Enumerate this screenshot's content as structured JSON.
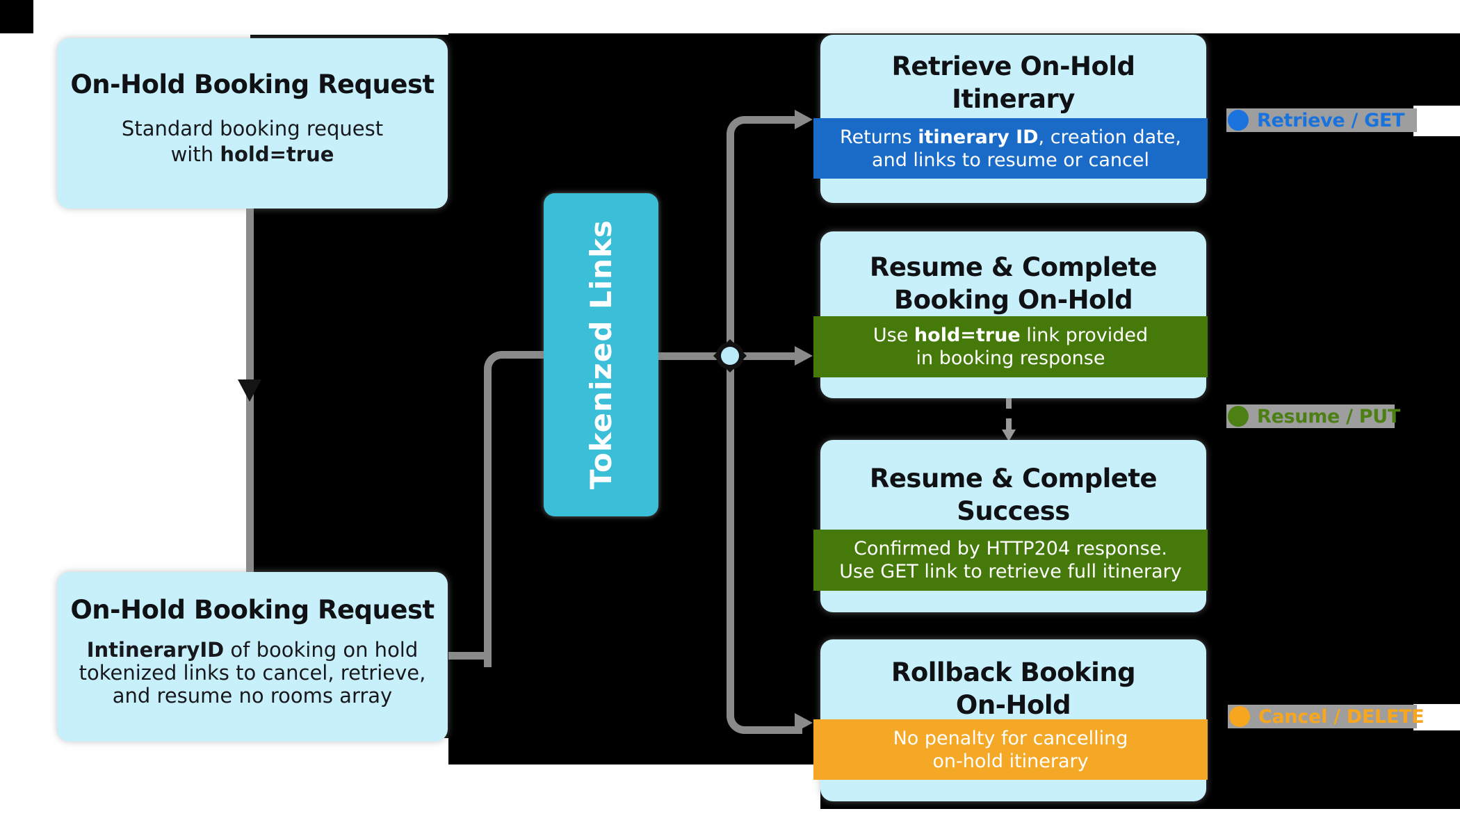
{
  "diagram": {
    "left_top": {
      "title": "On-Hold Booking Request",
      "body_line1": "Standard booking request",
      "body_line2_prefix": "with ",
      "body_line2_bold": "hold=true"
    },
    "left_bottom": {
      "title": "On-Hold Booking Request",
      "body_line1_bold": "IntineraryID",
      "body_line1_rest": " of booking on hold",
      "body_line2": "tokenized links to cancel, retrieve,",
      "body_line3": "and resume no rooms array"
    },
    "hub": {
      "label": "Tokenized Links"
    },
    "nodes": [
      {
        "id": "retrieve-on-hold-itinerary",
        "title_line1": "Retrieve On-Hold",
        "title_line2": "Itinerary",
        "banner_prefix": "Returns ",
        "banner_bold": "itinerary ID",
        "banner_rest": ", creation date,",
        "banner_line2": "and links to resume or cancel",
        "banner_color": "#1a6bc7"
      },
      {
        "id": "resume-complete-booking-on-hold",
        "title_line1": "Resume & Complete",
        "title_line2": "Booking On-Hold",
        "banner_prefix": "Use ",
        "banner_bold": "hold=true",
        "banner_rest": " link provided",
        "banner_line2": "in booking response",
        "banner_color": "#45790a"
      },
      {
        "id": "resume-complete-success",
        "title_line1": "Resume & Complete",
        "title_line2": "Success",
        "banner_prefix": "",
        "banner_bold": "",
        "banner_rest": "Confirmed by HTTP204 response.",
        "banner_line2": "Use GET link to retrieve full itinerary",
        "banner_color": "#45790a"
      },
      {
        "id": "rollback-booking-on-hold",
        "title_line1": "Rollback Booking",
        "title_line2": "On-Hold",
        "banner_prefix": "",
        "banner_bold": "",
        "banner_rest": "No penalty for cancelling",
        "banner_line2": "on-hold itinerary",
        "banner_color": "#f5a826"
      }
    ],
    "legend": [
      {
        "label": "Retrieve / GET",
        "color": "#1a73dd"
      },
      {
        "label": "Resume / PUT",
        "color": "#4c7f14"
      },
      {
        "label": "Cancel / DELETE",
        "color": "#f7a61f"
      }
    ],
    "colors": {
      "light_box": "#c8f0fb",
      "hub": "#3bbfd9",
      "banner_blue": "#1a6bc7",
      "banner_green": "#45790a",
      "banner_orange": "#f5a826",
      "connector_gray": "#8a8a8a",
      "junction_fill": "#b9ecf8",
      "background_block": "#000000"
    }
  }
}
